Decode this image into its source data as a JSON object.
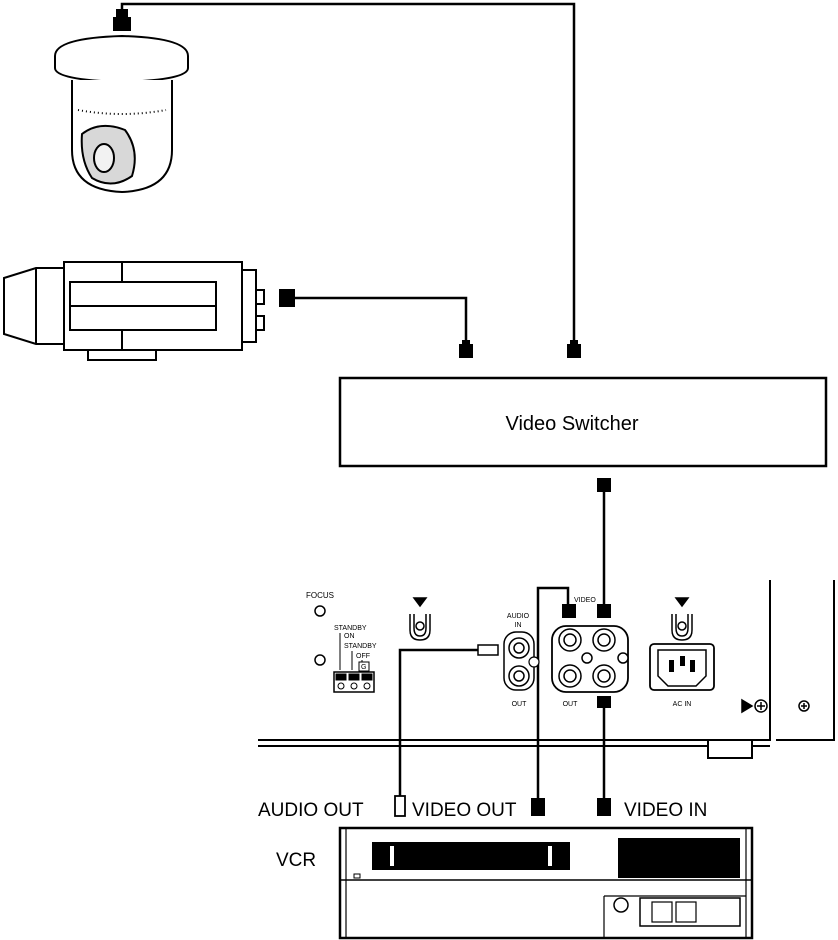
{
  "diagram": {
    "switcher_label": "Video Switcher",
    "vcr_label": "VCR",
    "audio_out_label": "AUDIO OUT",
    "video_out_label": "VIDEO OUT",
    "video_in_label": "VIDEO IN",
    "panel": {
      "focus": "FOCUS",
      "standby_top": "STANDBY",
      "on": "ON",
      "standby_bottom": "STANDBY",
      "off": "OFF",
      "g": "G",
      "audio": "AUDIO",
      "in": "IN",
      "audio_out": "OUT",
      "video": "VIDEO",
      "video_out": "OUT",
      "ac_in": "AC IN"
    }
  }
}
